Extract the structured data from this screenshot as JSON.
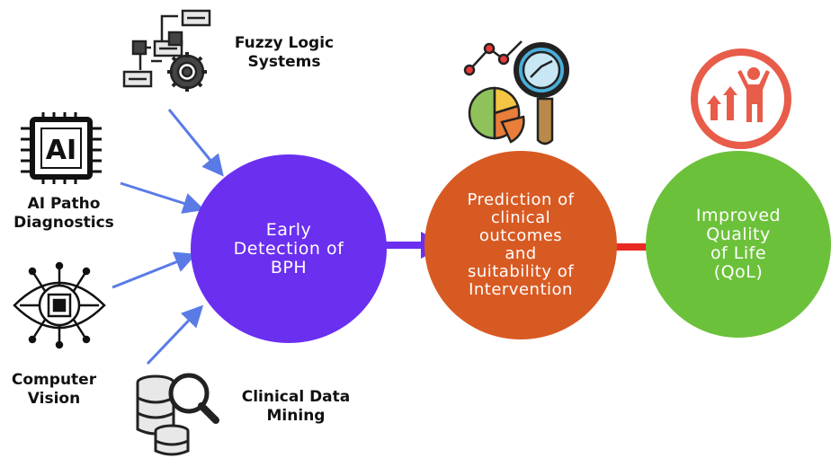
{
  "inputs": {
    "fuzzy": "Fuzzy Logic\nSystems",
    "ai": "AI Patho\nDiagnostics",
    "cv": "Computer\nVision",
    "mining": "Clinical Data\nMining"
  },
  "stages": {
    "early": "Early\nDetection of\nBPH",
    "prediction": "Prediction of\nclinical\noutcomes\nand\nsuitability of\nIntervention",
    "qol": "Improved\nQuality\nof Life\n(QoL)"
  },
  "icon_text": {
    "ai_chip": "AI"
  },
  "colors": {
    "early": "#6b2ff0",
    "prediction": "#d85a23",
    "qol": "#6cc13a",
    "arrow_blue": "#5a7be6",
    "arrow_purple": "#6b2ff0",
    "arrow_red": "#e82a22",
    "qol_icon": "#e85c4a"
  }
}
